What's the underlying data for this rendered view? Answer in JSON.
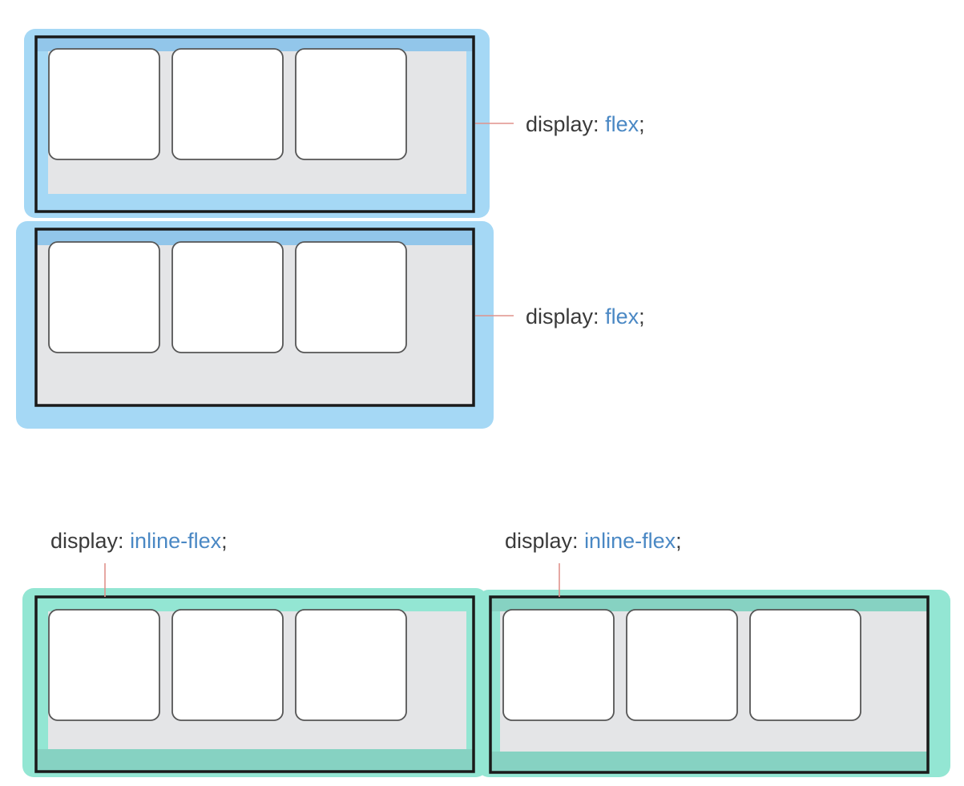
{
  "colors": {
    "flex_outer": "#a5d8f5",
    "flex_band": "#92c6ea",
    "inline_outer": "#93e6d3",
    "inline_band": "#86d2c2",
    "container_fill": "#e4e5e7",
    "container_border": "#1a1a1a",
    "item_fill": "#ffffff",
    "item_border": "#555555",
    "leader_line": "#e0928c",
    "property_text": "#3a3a3a",
    "value_text": "#4a88c4"
  },
  "annotations": [
    {
      "property": "display: ",
      "value": "flex",
      "terminator": ";"
    },
    {
      "property": "display: ",
      "value": "flex",
      "terminator": ";"
    },
    {
      "property": "display: ",
      "value": "inline-flex",
      "terminator": ";"
    },
    {
      "property": "display: ",
      "value": "inline-flex",
      "terminator": ";"
    }
  ],
  "containers": [
    {
      "kind": "flex",
      "item_count": 3
    },
    {
      "kind": "flex",
      "item_count": 3
    },
    {
      "kind": "inline-flex",
      "item_count": 3
    },
    {
      "kind": "inline-flex",
      "item_count": 3
    }
  ]
}
